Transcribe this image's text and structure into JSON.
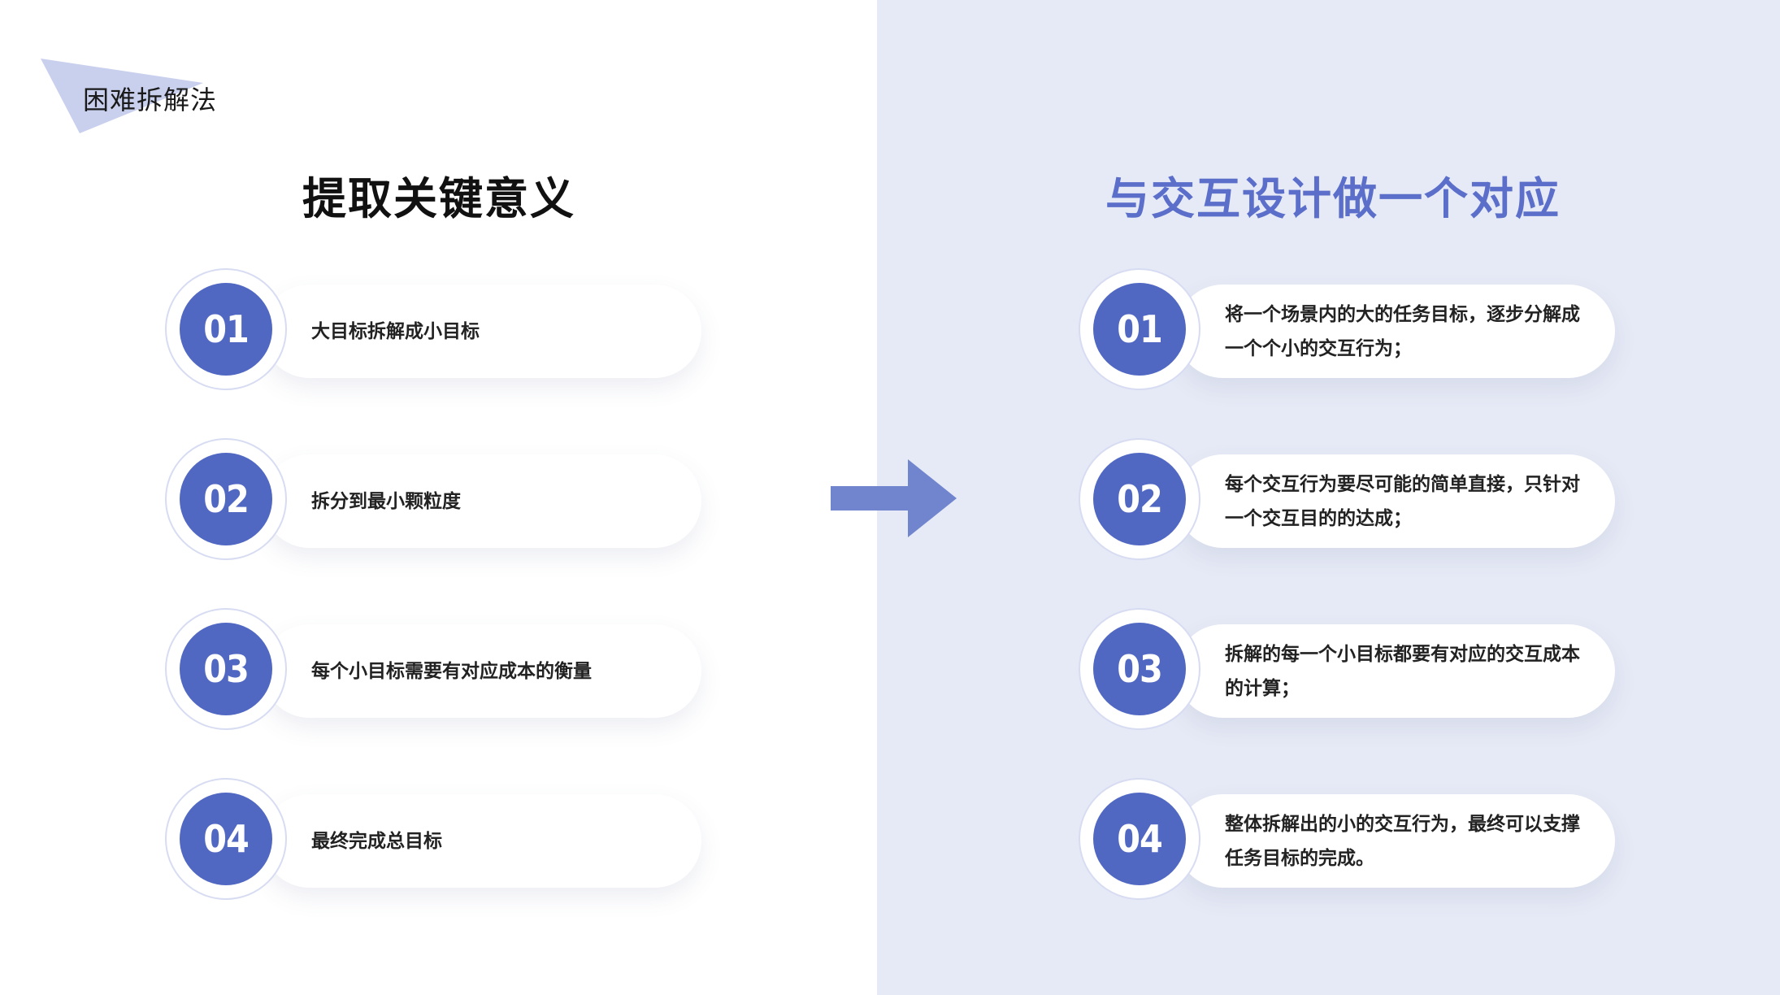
{
  "header": {
    "tag": "困难拆解法"
  },
  "left": {
    "title": "提取关键意义",
    "items": [
      {
        "num": "01",
        "text": "大目标拆解成小目标"
      },
      {
        "num": "02",
        "text": "拆分到最小颗粒度"
      },
      {
        "num": "03",
        "text": "每个小目标需要有对应成本的衡量"
      },
      {
        "num": "04",
        "text": "最终完成总目标"
      }
    ]
  },
  "right": {
    "title": "与交互设计做一个对应",
    "items": [
      {
        "num": "01",
        "text": "将一个场景内的大的任务目标，逐步分解成一个个小的交互行为；"
      },
      {
        "num": "02",
        "text": "每个交互行为要尽可能的简单直接，只针对一个交互目的的达成；"
      },
      {
        "num": "03",
        "text": "拆解的每一个小目标都要有对应的交互成本的计算；"
      },
      {
        "num": "04",
        "text": "整体拆解出的小的交互行为，最终可以支撑任务目标的完成。"
      }
    ]
  },
  "colors": {
    "accent": "#5168c3",
    "title_right": "#5b6fca",
    "panel_bg": "#e6eaf6",
    "arrow": "#7185cf",
    "corner_triangle": "#c9d0ee"
  },
  "icons": {
    "arrow": "arrow-right-icon",
    "corner": "corner-triangle-decoration"
  }
}
